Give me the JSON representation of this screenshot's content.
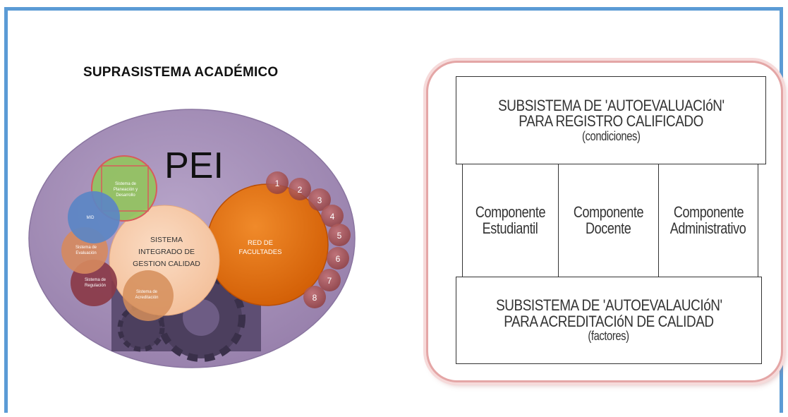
{
  "left": {
    "title": "SUPRASISTEMA ACADÉMICO",
    "pei": "PEI",
    "center_label": [
      "SISTEMA",
      "INTEGRADO  DE",
      "GESTION CALIDAD"
    ],
    "red_label": [
      "RED DE",
      "FACULTADES"
    ],
    "small_circles": {
      "planeacion": [
        "Sistema de",
        "Planeación y",
        "Desarrollo"
      ],
      "mid": "MID",
      "evaluacion": [
        "Sistema de",
        "Evaluación"
      ],
      "regulacion": [
        "Sistema de",
        "Regulación"
      ],
      "acreditacion": [
        "Sistema de",
        "Acreditación"
      ]
    },
    "numbers": [
      "1",
      "2",
      "3",
      "4",
      "5",
      "6",
      "7",
      "8"
    ]
  },
  "right": {
    "top_title": [
      "SUBSISTEMA DE 'AUTOEVALUACIóN'",
      "PARA REGISTRO CALIFICADO"
    ],
    "top_sub": "(condiciones)",
    "components": [
      [
        "Componente",
        "Estudiantil"
      ],
      [
        "Componente",
        "Docente"
      ],
      [
        "Componente",
        "Administrativo"
      ]
    ],
    "bottom_title": [
      "SUBSISTEMA DE 'AUTOEVALAUCIóN'",
      "PARA ACREDITACIóN DE CALIDAD"
    ],
    "bottom_sub": "(factores)"
  },
  "colors": {
    "frame_border": "#5b9bd5",
    "big_ellipse": "#a48fb7",
    "red_circle": "#e46c0a",
    "center_circle": "#f7ccad",
    "number_circle": "#b35a5a",
    "right_border": "#e4a6a6"
  }
}
